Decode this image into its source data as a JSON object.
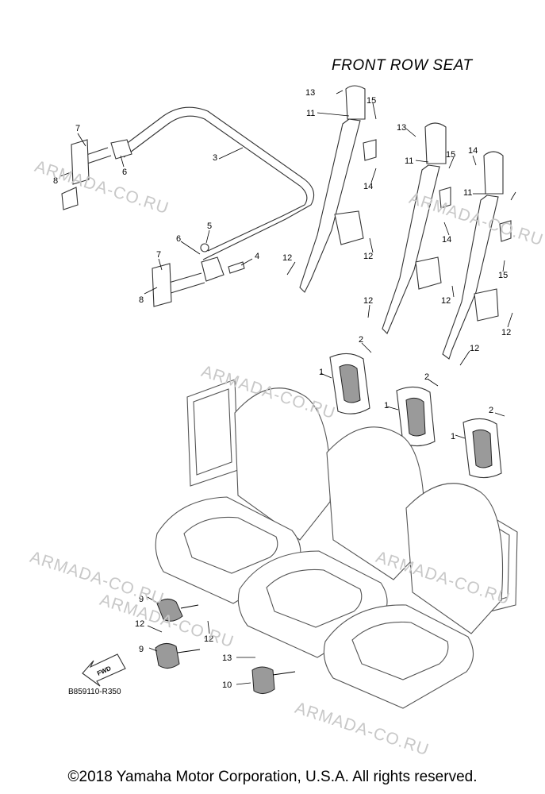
{
  "title": "FRONT ROW SEAT",
  "diagram_code": "B859110-R350",
  "copyright": "©2018 Yamaha Motor Corporation, U.S.A. All rights reserved.",
  "watermarks": [
    "ARMADA-CO.RU",
    "ARMADA-CO.RU",
    "ARMADA-CO.RU",
    "ARMADA-CO.RU",
    "ARMADA-CO.RU",
    "ARMADA-CO.RU",
    "ARMADA-CO.RU"
  ],
  "fwd_label": "FWD",
  "callouts": [
    "1",
    "1",
    "1",
    "2",
    "2",
    "2",
    "3",
    "4",
    "5",
    "6",
    "6",
    "7",
    "7",
    "8",
    "8",
    "9",
    "9",
    "10",
    "11",
    "11",
    "11",
    "12",
    "12",
    "12",
    "12",
    "12",
    "12",
    "12",
    "12",
    "13",
    "13",
    "13",
    "14",
    "14",
    "14",
    "15",
    "15",
    "15"
  ]
}
